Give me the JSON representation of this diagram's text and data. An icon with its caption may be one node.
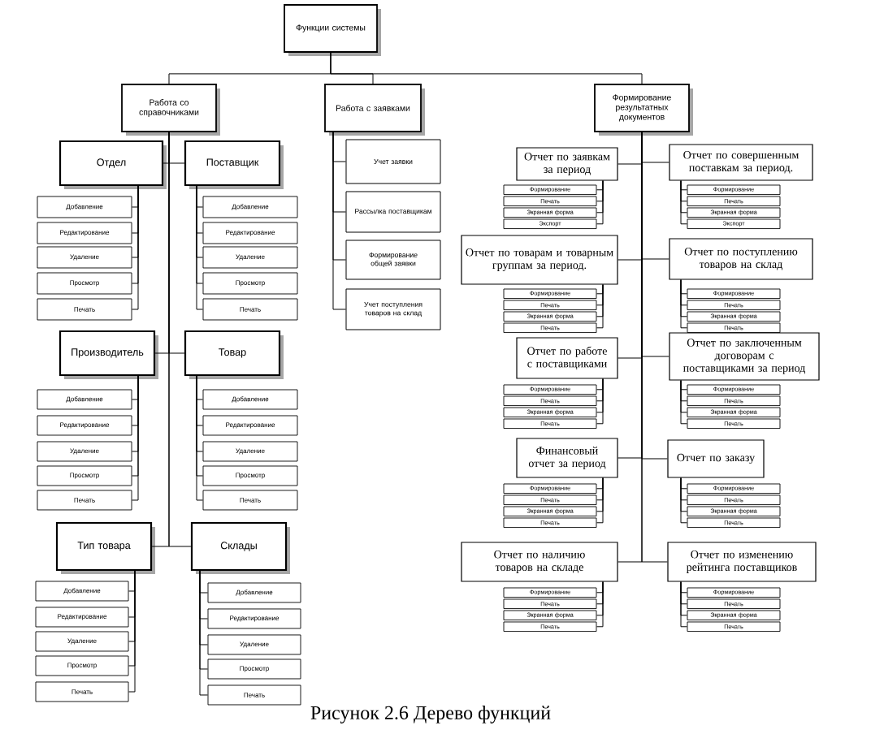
{
  "diagram": {
    "caption": "Рисунок 2.6 Дерево функций",
    "nodes": [
      {
        "text": [
          "Функции системы"
        ]
      },
      {
        "text": [
          "Работа со справочниками"
        ]
      },
      {
        "text": [
          "Работа с заявками"
        ]
      },
      {
        "text": [
          "Формирование результатных документов"
        ]
      },
      {
        "text": [
          "Отдел"
        ]
      },
      {
        "text": [
          "Добавление"
        ]
      },
      {
        "text": [
          "Редактирование"
        ]
      },
      {
        "text": [
          "Удаление"
        ]
      },
      {
        "text": [
          "Просмотр"
        ]
      },
      {
        "text": [
          "Печать"
        ]
      },
      {
        "text": [
          "Поставщик"
        ]
      },
      {
        "text": [
          "Добавление"
        ]
      },
      {
        "text": [
          "Редактирование"
        ]
      },
      {
        "text": [
          "Удаление"
        ]
      },
      {
        "text": [
          "Просмотр"
        ]
      },
      {
        "text": [
          "Печать"
        ]
      },
      {
        "text": [
          "Производитель"
        ]
      },
      {
        "text": [
          "Добавление"
        ]
      },
      {
        "text": [
          "Редактирование"
        ]
      },
      {
        "text": [
          "Удаление"
        ]
      },
      {
        "text": [
          "Просмотр"
        ]
      },
      {
        "text": [
          "Печать"
        ]
      },
      {
        "text": [
          "Товар"
        ]
      },
      {
        "text": [
          "Добавление"
        ]
      },
      {
        "text": [
          "Редактирование"
        ]
      },
      {
        "text": [
          "Удаление"
        ]
      },
      {
        "text": [
          "Просмотр"
        ]
      },
      {
        "text": [
          "Печать"
        ]
      },
      {
        "text": [
          "Тип товара"
        ]
      },
      {
        "text": [
          "Добавление"
        ]
      },
      {
        "text": [
          "Редактирование"
        ]
      },
      {
        "text": [
          "Удаление"
        ]
      },
      {
        "text": [
          "Просмотр"
        ]
      },
      {
        "text": [
          "Печать"
        ]
      },
      {
        "text": [
          "Склады"
        ]
      },
      {
        "text": [
          "Добавление"
        ]
      },
      {
        "text": [
          "Редактирование"
        ]
      },
      {
        "text": [
          "Удаление"
        ]
      },
      {
        "text": [
          "Просмотр"
        ]
      },
      {
        "text": [
          "Печать"
        ]
      },
      {
        "text": [
          "Учет заявки"
        ]
      },
      {
        "text": [
          "Рассылка поставщикам"
        ]
      },
      {
        "text": [
          "Формирование общей заявки"
        ]
      },
      {
        "text": [
          "Учет поступления товаров на склад"
        ]
      },
      {
        "text": [
          "Отчет по заявкам за период"
        ]
      },
      {
        "text": [
          "Формирование"
        ]
      },
      {
        "text": [
          "Печать"
        ]
      },
      {
        "text": [
          "Экранная форма"
        ]
      },
      {
        "text": [
          "Экспорт"
        ]
      },
      {
        "text": [
          "Отчет по совершенным поставкам за период."
        ]
      },
      {
        "text": [
          "Формирование"
        ]
      },
      {
        "text": [
          "Печать"
        ]
      },
      {
        "text": [
          "Экранная форма"
        ]
      },
      {
        "text": [
          "Экспорт"
        ]
      },
      {
        "text": [
          "Отчет по товарам и товарным группам за период."
        ]
      },
      {
        "text": [
          "Формирование"
        ]
      },
      {
        "text": [
          "Печать"
        ]
      },
      {
        "text": [
          "Экранная форма"
        ]
      },
      {
        "text": [
          "Печать"
        ]
      },
      {
        "text": [
          "Отчет по поступлению товаров на склад"
        ]
      },
      {
        "text": [
          "Формирование"
        ]
      },
      {
        "text": [
          "Печать"
        ]
      },
      {
        "text": [
          "Экранная форма"
        ]
      },
      {
        "text": [
          "Печать"
        ]
      },
      {
        "text": [
          "Отчет по работе с поставщиками"
        ]
      },
      {
        "text": [
          "Формирование"
        ]
      },
      {
        "text": [
          "Печать"
        ]
      },
      {
        "text": [
          "Экранная форма"
        ]
      },
      {
        "text": [
          "Печать"
        ]
      },
      {
        "text": [
          "Отчет по заключенным договорам с поставщиками за период"
        ]
      },
      {
        "text": [
          "Формирование"
        ]
      },
      {
        "text": [
          "Печать"
        ]
      },
      {
        "text": [
          "Экранная форма"
        ]
      },
      {
        "text": [
          "Печать"
        ]
      },
      {
        "text": [
          "Финансовый отчет за период"
        ]
      },
      {
        "text": [
          "Формирование"
        ]
      },
      {
        "text": [
          "Печать"
        ]
      },
      {
        "text": [
          "Экранная форма"
        ]
      },
      {
        "text": [
          "Печать"
        ]
      },
      {
        "text": [
          "Отчет по заказу"
        ]
      },
      {
        "text": [
          "Формирование"
        ]
      },
      {
        "text": [
          "Печать"
        ]
      },
      {
        "text": [
          "Экранная форма"
        ]
      },
      {
        "text": [
          "Печать"
        ]
      },
      {
        "text": [
          "Отчет по наличию товаров на складе"
        ]
      },
      {
        "text": [
          "Формирование"
        ]
      },
      {
        "text": [
          "Печать"
        ]
      },
      {
        "text": [
          "Экранная форма"
        ]
      },
      {
        "text": [
          "Печать"
        ]
      },
      {
        "text": [
          "Отчет по изменению рейтинга поставщиков"
        ]
      },
      {
        "text": [
          "Формирование"
        ]
      },
      {
        "text": [
          "Печать"
        ]
      },
      {
        "text": [
          "Экранная форма"
        ]
      },
      {
        "text": [
          "Печать"
        ]
      }
    ],
    "edges": [
      {
        "from": 0,
        "to": 1,
        "arrow": "none"
      },
      {
        "from": 0,
        "to": 2,
        "arrow": "none"
      },
      {
        "from": 0,
        "to": 3,
        "arrow": "none"
      },
      {
        "from": 1,
        "to": 4,
        "arrow": "none"
      },
      {
        "from": 4,
        "to": 5,
        "arrow": "none"
      },
      {
        "from": 4,
        "to": 6,
        "arrow": "none"
      },
      {
        "from": 4,
        "to": 7,
        "arrow": "none"
      },
      {
        "from": 4,
        "to": 8,
        "arrow": "none"
      },
      {
        "from": 4,
        "to": 9,
        "arrow": "none"
      },
      {
        "from": 1,
        "to": 10,
        "arrow": "none"
      },
      {
        "from": 10,
        "to": 11,
        "arrow": "none"
      },
      {
        "from": 10,
        "to": 12,
        "arrow": "none"
      },
      {
        "from": 10,
        "to": 13,
        "arrow": "none"
      },
      {
        "from": 10,
        "to": 14,
        "arrow": "none"
      },
      {
        "from": 10,
        "to": 15,
        "arrow": "none"
      },
      {
        "from": 1,
        "to": 16,
        "arrow": "none"
      },
      {
        "from": 16,
        "to": 17,
        "arrow": "none"
      },
      {
        "from": 16,
        "to": 18,
        "arrow": "none"
      },
      {
        "from": 16,
        "to": 19,
        "arrow": "none"
      },
      {
        "from": 16,
        "to": 20,
        "arrow": "none"
      },
      {
        "from": 16,
        "to": 21,
        "arrow": "none"
      },
      {
        "from": 1,
        "to": 22,
        "arrow": "none"
      },
      {
        "from": 22,
        "to": 23,
        "arrow": "none"
      },
      {
        "from": 22,
        "to": 24,
        "arrow": "none"
      },
      {
        "from": 22,
        "to": 25,
        "arrow": "none"
      },
      {
        "from": 22,
        "to": 26,
        "arrow": "none"
      },
      {
        "from": 22,
        "to": 27,
        "arrow": "none"
      },
      {
        "from": 1,
        "to": 28,
        "arrow": "none"
      },
      {
        "from": 28,
        "to": 29,
        "arrow": "none"
      },
      {
        "from": 28,
        "to": 30,
        "arrow": "none"
      },
      {
        "from": 28,
        "to": 31,
        "arrow": "none"
      },
      {
        "from": 28,
        "to": 32,
        "arrow": "none"
      },
      {
        "from": 28,
        "to": 33,
        "arrow": "none"
      },
      {
        "from": 1,
        "to": 34,
        "arrow": "none"
      },
      {
        "from": 34,
        "to": 35,
        "arrow": "none"
      },
      {
        "from": 34,
        "to": 36,
        "arrow": "none"
      },
      {
        "from": 34,
        "to": 37,
        "arrow": "none"
      },
      {
        "from": 34,
        "to": 38,
        "arrow": "none"
      },
      {
        "from": 34,
        "to": 39,
        "arrow": "none"
      },
      {
        "from": 2,
        "to": 40,
        "arrow": "none"
      },
      {
        "from": 2,
        "to": 41,
        "arrow": "none"
      },
      {
        "from": 2,
        "to": 42,
        "arrow": "none"
      },
      {
        "from": 2,
        "to": 43,
        "arrow": "none"
      },
      {
        "from": 3,
        "to": 44,
        "arrow": "none"
      },
      {
        "from": 44,
        "to": 45,
        "arrow": "none"
      },
      {
        "from": 44,
        "to": 46,
        "arrow": "none"
      },
      {
        "from": 44,
        "to": 47,
        "arrow": "none"
      },
      {
        "from": 44,
        "to": 48,
        "arrow": "none"
      },
      {
        "from": 3,
        "to": 49,
        "arrow": "none"
      },
      {
        "from": 49,
        "to": 50,
        "arrow": "none"
      },
      {
        "from": 49,
        "to": 51,
        "arrow": "none"
      },
      {
        "from": 49,
        "to": 52,
        "arrow": "none"
      },
      {
        "from": 49,
        "to": 53,
        "arrow": "none"
      },
      {
        "from": 3,
        "to": 54,
        "arrow": "none"
      },
      {
        "from": 54,
        "to": 55,
        "arrow": "none"
      },
      {
        "from": 54,
        "to": 56,
        "arrow": "none"
      },
      {
        "from": 54,
        "to": 57,
        "arrow": "none"
      },
      {
        "from": 54,
        "to": 58,
        "arrow": "none"
      },
      {
        "from": 3,
        "to": 59,
        "arrow": "none"
      },
      {
        "from": 59,
        "to": 60,
        "arrow": "none"
      },
      {
        "from": 59,
        "to": 61,
        "arrow": "none"
      },
      {
        "from": 59,
        "to": 62,
        "arrow": "none"
      },
      {
        "from": 59,
        "to": 63,
        "arrow": "none"
      },
      {
        "from": 3,
        "to": 64,
        "arrow": "none"
      },
      {
        "from": 64,
        "to": 65,
        "arrow": "none"
      },
      {
        "from": 64,
        "to": 66,
        "arrow": "none"
      },
      {
        "from": 64,
        "to": 67,
        "arrow": "none"
      },
      {
        "from": 64,
        "to": 68,
        "arrow": "none"
      },
      {
        "from": 3,
        "to": 69,
        "arrow": "none"
      },
      {
        "from": 69,
        "to": 70,
        "arrow": "none"
      },
      {
        "from": 69,
        "to": 71,
        "arrow": "none"
      },
      {
        "from": 69,
        "to": 72,
        "arrow": "none"
      },
      {
        "from": 69,
        "to": 73,
        "arrow": "none"
      },
      {
        "from": 3,
        "to": 74,
        "arrow": "none"
      },
      {
        "from": 74,
        "to": 75,
        "arrow": "none"
      },
      {
        "from": 74,
        "to": 76,
        "arrow": "none"
      },
      {
        "from": 74,
        "to": 77,
        "arrow": "none"
      },
      {
        "from": 74,
        "to": 78,
        "arrow": "none"
      },
      {
        "from": 3,
        "to": 79,
        "arrow": "none"
      },
      {
        "from": 79,
        "to": 80,
        "arrow": "none"
      },
      {
        "from": 79,
        "to": 81,
        "arrow": "none"
      },
      {
        "from": 79,
        "to": 82,
        "arrow": "none"
      },
      {
        "from": 79,
        "to": 83,
        "arrow": "none"
      },
      {
        "from": 3,
        "to": 84,
        "arrow": "none"
      },
      {
        "from": 84,
        "to": 85,
        "arrow": "none"
      },
      {
        "from": 84,
        "to": 86,
        "arrow": "none"
      },
      {
        "from": 84,
        "to": 87,
        "arrow": "none"
      },
      {
        "from": 84,
        "to": 88,
        "arrow": "none"
      },
      {
        "from": 3,
        "to": 89,
        "arrow": "none"
      },
      {
        "from": 89,
        "to": 90,
        "arrow": "none"
      },
      {
        "from": 89,
        "to": 91,
        "arrow": "none"
      },
      {
        "from": 89,
        "to": 92,
        "arrow": "none"
      },
      {
        "from": 89,
        "to": 93,
        "arrow": "none"
      }
    ]
  }
}
